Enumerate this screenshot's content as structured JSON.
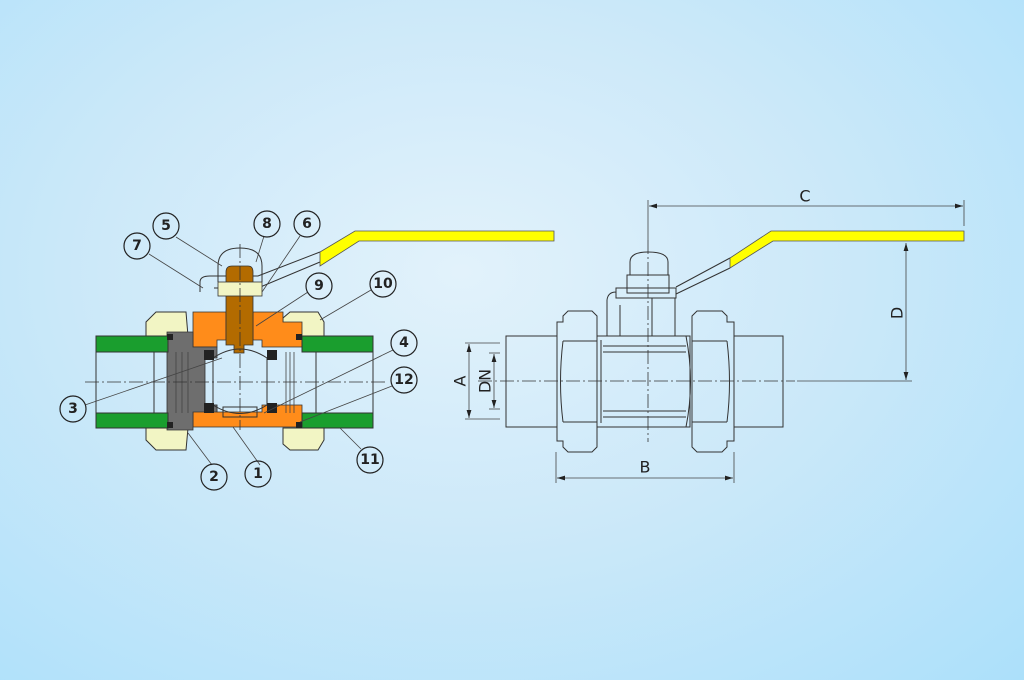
{
  "callouts": [
    "1",
    "2",
    "3",
    "4",
    "5",
    "6",
    "7",
    "8",
    "9",
    "10",
    "11",
    "12"
  ],
  "dimensions": {
    "a": "A",
    "dn": "DN",
    "b": "B",
    "c": "C",
    "d": "D"
  },
  "colors": {
    "handle": "#ffff00",
    "body": "#ff8c1a",
    "union": "#1a9e2e",
    "nut": "#f2f5c4",
    "stem": "#b36b00",
    "seat": "#6e6e6e"
  }
}
